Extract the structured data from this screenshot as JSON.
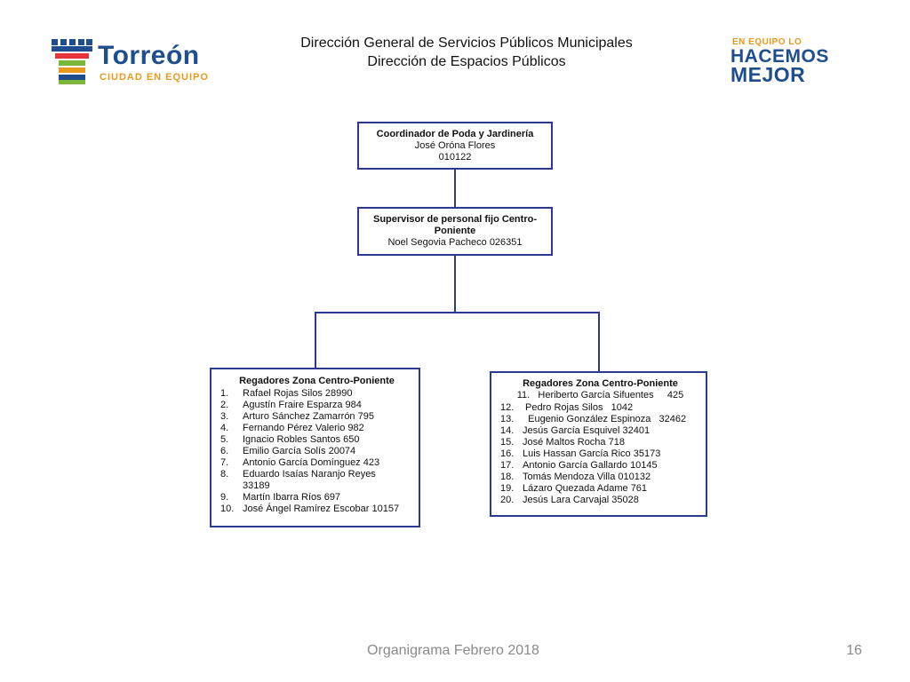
{
  "logos": {
    "torreon": {
      "word": "Torreón",
      "sub": "CIUDAD EN EQUIPO"
    },
    "hacemos": {
      "line1": "EN EQUIPO LO",
      "line2": "HACEMOS",
      "line3": "MEJOR"
    }
  },
  "header": {
    "line1": "Dirección General de Servicios Públicos Municipales",
    "line2": "Dirección  de Espacios Públicos"
  },
  "coordinator": {
    "title": "Coordinador  de Poda y Jardinería",
    "name": "José Oróna Flores",
    "code": "010122"
  },
  "supervisor": {
    "title_line1": "Supervisor de personal fijo Centro-",
    "title_line2": "Poniente",
    "name": "Noel Segovia Pacheco  026351"
  },
  "left_group": {
    "title": "Regadores Zona Centro-Poniente",
    "items": [
      {
        "num": "1.",
        "text": "Rafael Rojas Silos   28990"
      },
      {
        "num": "2.",
        "text": "Agustín Fraire Esparza   984"
      },
      {
        "num": "3.",
        "text": "Arturo Sánchez Zamarrón   795"
      },
      {
        "num": "4.",
        "text": "Fernando Pérez Valerio   982"
      },
      {
        "num": "5.",
        "text": "Ignacio Robles Santos   650"
      },
      {
        "num": "6.",
        "text": "Emilio García Solís   20074"
      },
      {
        "num": "7.",
        "text": "Antonio García Domínguez  423"
      },
      {
        "num": "8.",
        "text": "Eduardo Isaías Naranjo Reyes"
      },
      {
        "num": "",
        "text": "33189"
      },
      {
        "num": "9.",
        "text": "Martín Ibarra Ríos   697"
      },
      {
        "num": "10.",
        "text": "José Ángel Ramírez Escobar  10157"
      }
    ]
  },
  "right_group": {
    "title": "Regadores Zona Centro-Poniente",
    "first": "11.   Heriberto García Sifuentes     425",
    "items": [
      {
        "num": "12.",
        "text": " Pedro Rojas Silos   1042"
      },
      {
        "num": "13.",
        "text": "  Eugenio González Espinoza   32462"
      },
      {
        "num": "14.",
        "text": "Jesús García Esquivel   32401"
      },
      {
        "num": "15.",
        "text": "José Maltos Rocha   718"
      },
      {
        "num": "16.",
        "text": "Luis Hassan García Rico   35173"
      },
      {
        "num": "17.",
        "text": "Antonio García Gallardo   10145"
      },
      {
        "num": "18.",
        "text": "Tomás Mendoza Villa  010132"
      },
      {
        "num": "19.",
        "text": "Lázaro Quezada Adame   761"
      },
      {
        "num": "20.",
        "text": "Jesús Lara Carvajal 35028"
      }
    ]
  },
  "footer": {
    "label": "Organigrama Febrero 2018",
    "page": "16"
  },
  "colors": {
    "box_border": "#2b3a8f",
    "brand_blue": "#1f4e8f",
    "brand_orange": "#e89a1c",
    "footer_gray": "#8a8a8a"
  }
}
